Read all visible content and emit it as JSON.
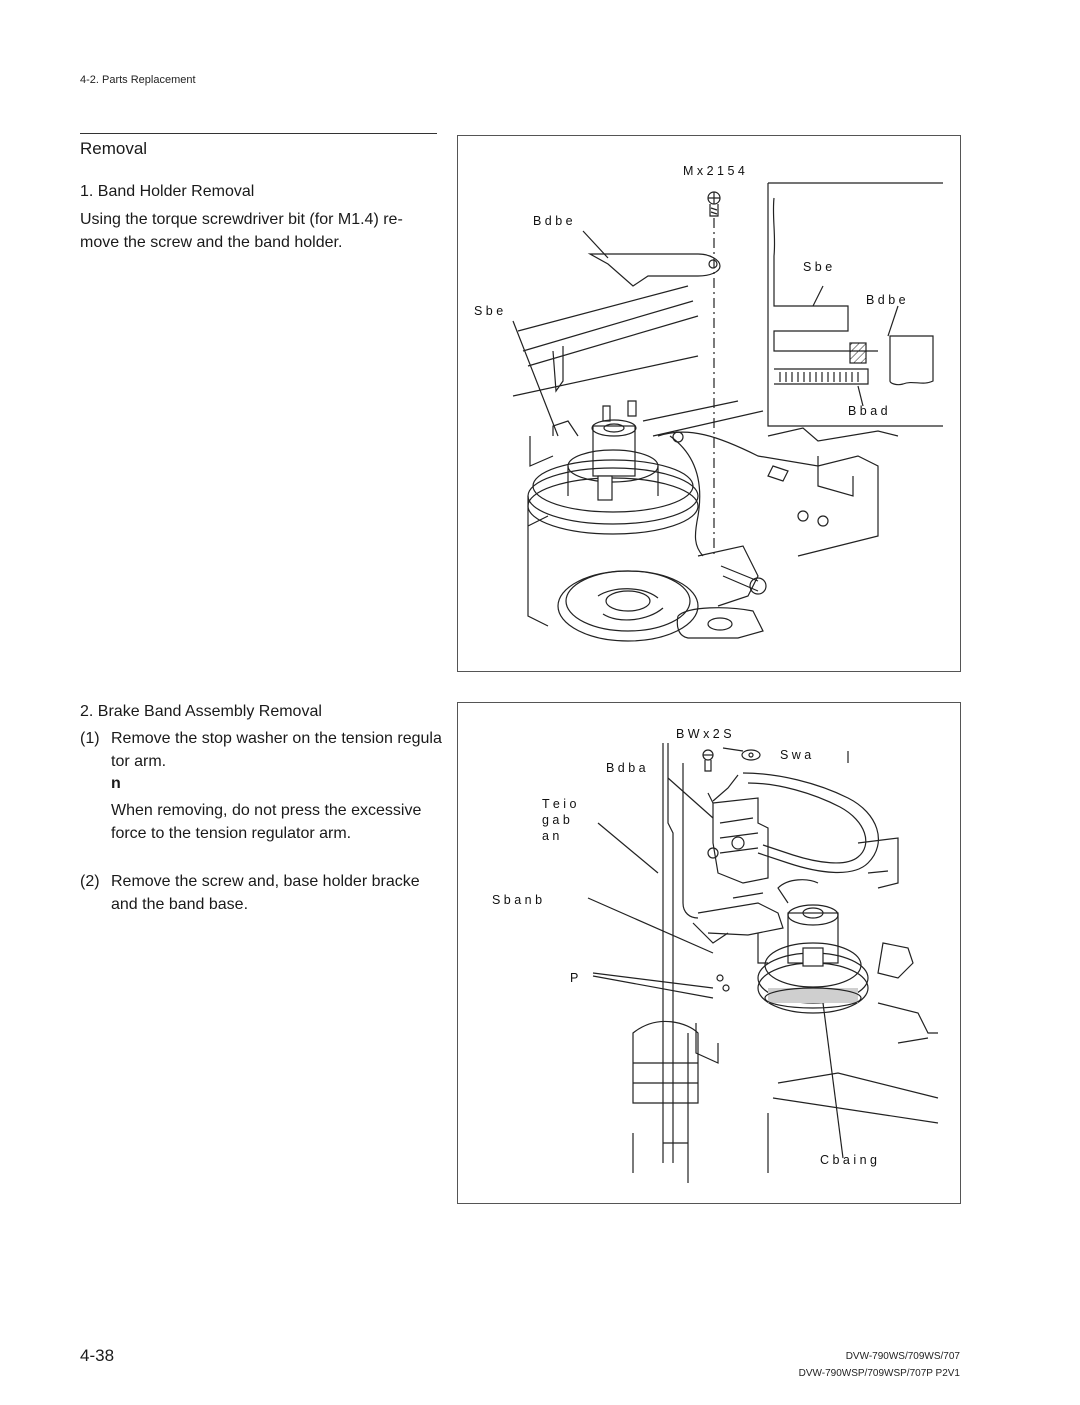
{
  "header": {
    "section_label": "4-2. Parts Replacement"
  },
  "section_title": "Removal",
  "step1": {
    "title": "1.  Band Holder Removal",
    "body_line1": "Using the torque screwdriver bit (for M1.4) re-",
    "body_line2": "move the screw and the band holder."
  },
  "step2": {
    "title": "2.  Brake Band Assembly Removal",
    "sub1_num": "(1)",
    "sub1_line1": "Remove the stop washer on the tension regula",
    "sub1_line2": "tor arm.",
    "note_heading": "n",
    "note_line1": "When removing, do not press the excessive",
    "note_line2": "force to the tension regulator arm.",
    "sub2_num": "(2)",
    "sub2_line1": "Remove the screw and, base holder bracke",
    "sub2_line2": "and the band base."
  },
  "figure1": {
    "labels": {
      "screw_spec": "M     x 2 1 5 4",
      "band_holder": "B          d b e",
      "s_left": "S b e",
      "s_inset": "S b e",
      "band_holder_inset": "B          d b e",
      "hatched_part": "B b a          d"
    }
  },
  "figure2": {
    "labels": {
      "screw_spec": "B W        x 2 S",
      "stop_washer": "S  w                   a",
      "band_holder": "B         d b a",
      "tension_arm_l1": "T  e            i o",
      "tension_arm_l2": "g a b",
      "tension_arm_l3": "a n",
      "s_left": "S b a n            b",
      "p_label": "P",
      "caption": "C          b a           i n               g"
    }
  },
  "footer": {
    "page_number": "4-38",
    "model_line1": "DVW-790WS/709WS/707",
    "model_line2": "DVW-790WSP/709WSP/707P P2V1"
  }
}
